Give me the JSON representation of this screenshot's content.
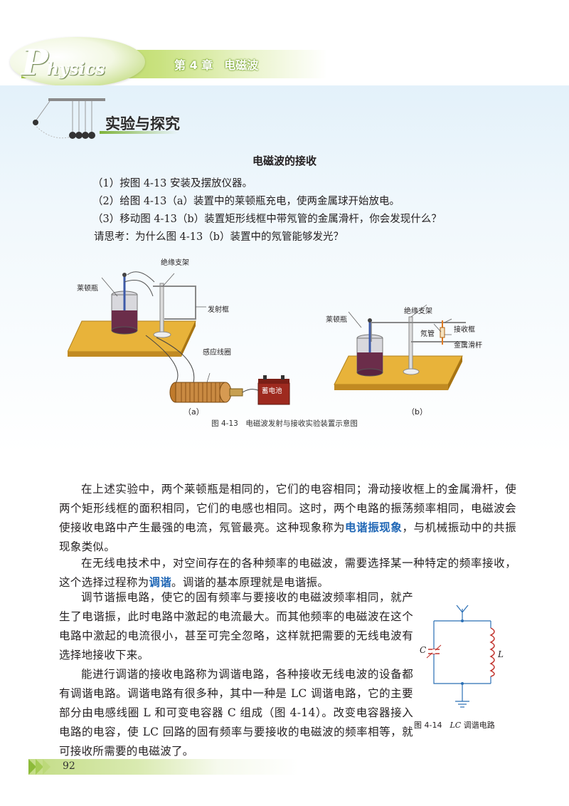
{
  "header": {
    "book_title_cap": "P",
    "book_title_rest": "hysics",
    "chapter_label": "第 4 章　电磁波"
  },
  "experiment": {
    "section_title": "实验与探究",
    "subtitle": "电磁波的接收",
    "steps": [
      "（1）按图 4-13 安装及摆放仪器。",
      "（2）给图 4-13（a）装置中的莱顿瓶充电，使两金属球开始放电。",
      "（3）移动图 4-13（b）装置矩形线框中带氖管的金属滑杆，你会发现什么？"
    ],
    "think": "请思考：为什么图 4-13（b）装置中的氖管能够发光？",
    "figure_a": {
      "label_jar": "莱顿瓶",
      "label_stand": "绝缘支架",
      "label_frame": "发射框",
      "label_coil": "感应线圈",
      "label_battery": "蓄电池",
      "sub": "（a）"
    },
    "figure_b": {
      "label_jar": "莱顿瓶",
      "label_stand": "绝缘支架",
      "label_neon": "氖管",
      "label_frame": "接收框",
      "label_rod": "金属滑杆",
      "sub": "（b）"
    },
    "caption": "图 4-13　电磁波发射与接收实验装置示意图"
  },
  "body": {
    "p1_a": "在上述实验中，两个莱顿瓶是相同的，它们的电容相同；滑动接收框上的金属滑杆，使两个矩形线框的面积相同，它们的电感也相同。这时，两个电路的振荡频率相同，电磁波会使接收电路中产生最强的电流，氖管最亮。这种现象称为",
    "p1_hl": "电谐振现象",
    "p1_b": "，与机械振动中的共振现象类似。",
    "p2_a": "在无线电技术中，对空间存在的各种频率的电磁波，需要选择某一种特定的频率接收，这个选择过程称为",
    "p2_hl": "调谐",
    "p2_b": "。调谐的基本原理就是电谐振。",
    "p3": "调节谐振电路，使它的固有频率与要接收的电磁波频率相同，就产生了电谐振，此时电路中激起的电流最大。而其他频率的电磁波在这个电路中激起的电流很小，甚至可完全忽略，这样就把需要的无线电波有选择地接收下来。",
    "p4": "能进行调谐的接收电路称为调谐电路，各种接收无线电波的设备都有调谐电路。调谐电路有很多种，其中一种是 LC 调谐电路，它的主要部分由电感线圈 L 和可变电容器 C 组成（图 4-14）。改变电容器接入电路的电容，使 LC 回路的固有频率与要接收的电磁波的频率相等，就可接收所需要的电磁波了。"
  },
  "figure_lc": {
    "label_c": "C",
    "label_l": "L",
    "caption_prefix": "图 4-14　",
    "caption_italic": "LC",
    "caption_suffix": " 调谐电路"
  },
  "footer": {
    "page_number": "92"
  },
  "colors": {
    "accent_green": "#9fc84a",
    "highlight_blue": "#1f66b5",
    "box_blue": "#e3f1fa"
  }
}
